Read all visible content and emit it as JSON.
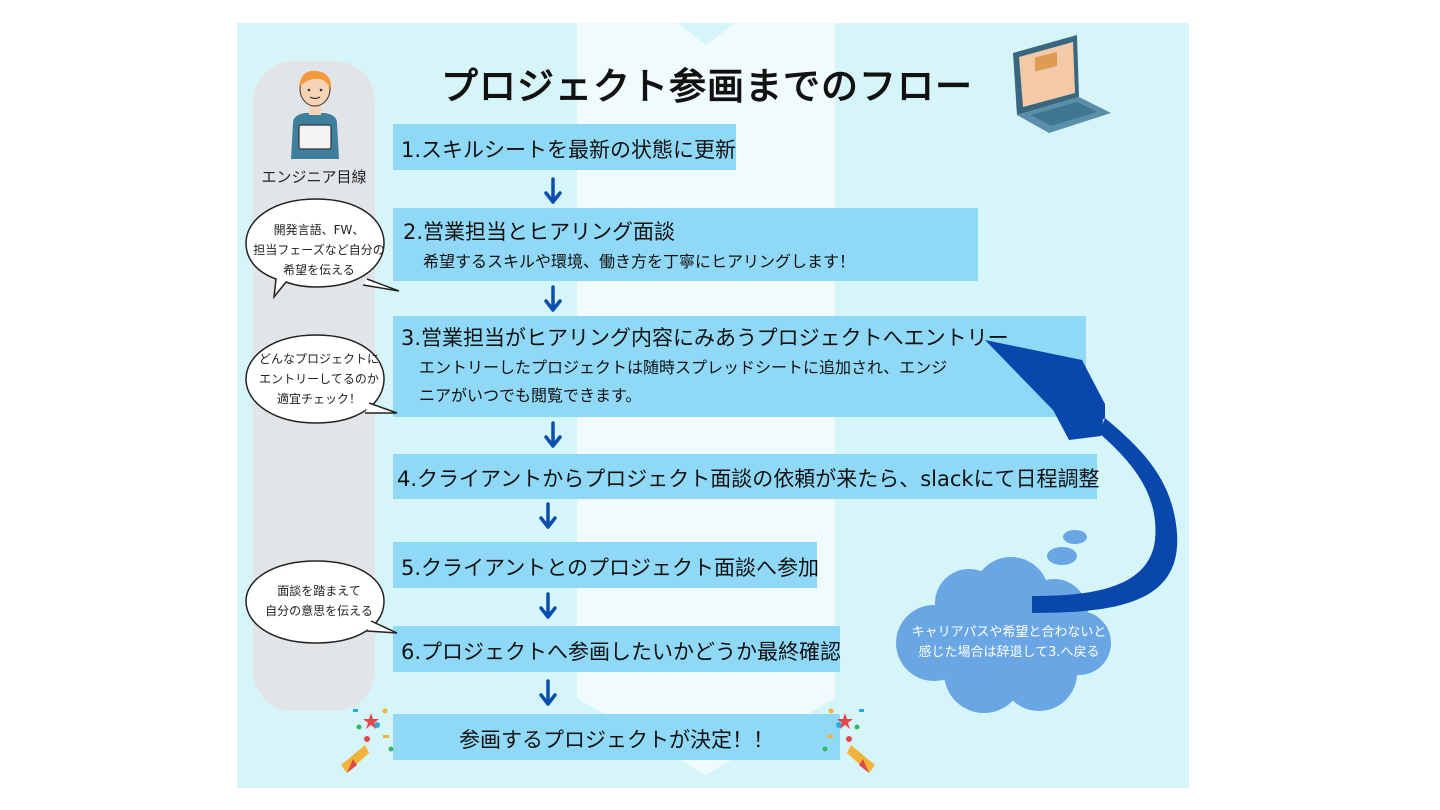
{
  "title": "プロジェクト参画までのフロー",
  "engineer_label": "エンジニア目線",
  "steps": [
    {
      "main": "1.スキルシートを最新の状態に更新"
    },
    {
      "main": "2.営業担当とヒアリング面談",
      "sub": "希望するスキルや環境、働き方を丁寧にヒアリングします！"
    },
    {
      "main": "3.営業担当がヒアリング内容にみあうプロジェクトへエントリー",
      "sub1": "エントリーしたプロジェクトは随時スプレッドシートに追加され、エンジ",
      "sub2": "ニアがいつでも閲覧できます。"
    },
    {
      "main": "4.クライアントからプロジェクト面談の依頼が来たら、slackにて日程調整"
    },
    {
      "main": "5.クライアントとのプロジェクト面談へ参加"
    },
    {
      "main": "6.プロジェクトへ参画したいかどうか最終確認"
    },
    {
      "main": "参画するプロジェクトが決定！！"
    }
  ],
  "bubbles": [
    {
      "line1": "開発言語、FW、",
      "line2": "担当フェーズなど自分の",
      "line3": "希望を伝える"
    },
    {
      "line1": "どんなプロジェクトに",
      "line2": "エントリーしてるのか",
      "line3": "適宜チェック！"
    },
    {
      "line1": "面談を踏まえて",
      "line2": "自分の意思を伝える"
    }
  ],
  "cloud": {
    "line1": "キャリアパスや希望と合わないと",
    "line2": "感じた場合は辞退して3.へ戻る"
  },
  "colors": {
    "background": "#d6f5f9",
    "step_box": "#8fd9f7",
    "arrow": "#0a4fb0",
    "return_arrow": "#0a47ad",
    "cloud": "#6aa6e4",
    "sidebar": "#e2e5e8"
  }
}
